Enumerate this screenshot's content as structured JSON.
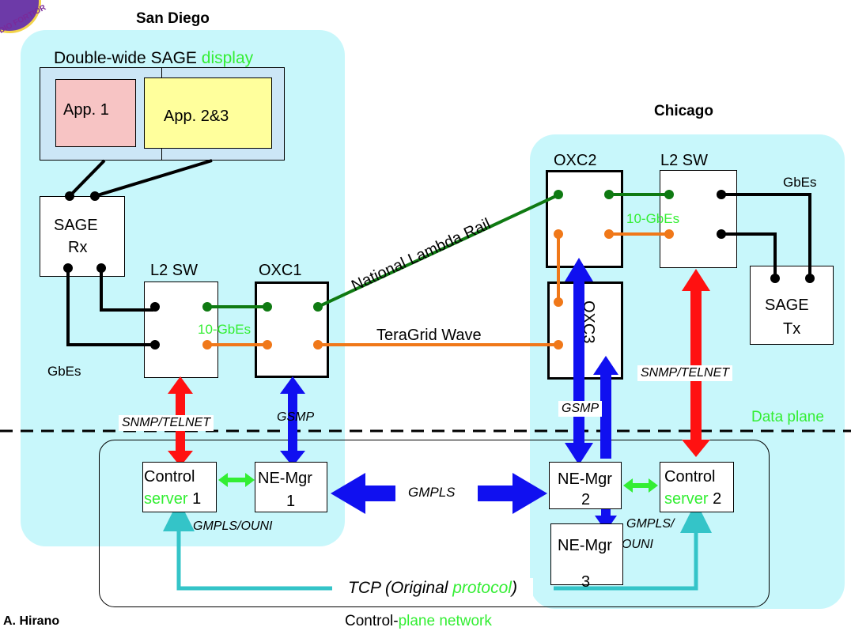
{
  "regions": {
    "san_diego_title": "San Diego",
    "chicago_title": "Chicago"
  },
  "display": {
    "title_black": "Double-wide SAGE ",
    "title_green": "display",
    "app1": "App. 1",
    "app23": "App. 2&3"
  },
  "sd": {
    "sage_rx_line1": "SAGE",
    "sage_rx_line2": "Rx",
    "l2sw": "L2 SW",
    "oxc1": "OXC1",
    "gbes": "GbEs",
    "ten_gbes": "10-GbEs",
    "snmp": "SNMP/TELNET",
    "gsmp": "GSMP",
    "control_line1": "Control",
    "control_green": "server",
    "control_num": " 1",
    "nemgr_line1": "NE-Mgr",
    "nemgr_line2": "1",
    "gmpls_ouni": "GMPLS/OUNI"
  },
  "chi": {
    "oxc2": "OXC2",
    "l2sw": "L2 SW",
    "oxc3": "OXC3",
    "gbes": "GbEs",
    "ten_gbes": "10-GbEs",
    "sage_tx_line1": "SAGE",
    "sage_tx_line2": "Tx",
    "snmp": "SNMP/TELNET",
    "gsmp": "GSMP",
    "nemgr2_line1": "NE-Mgr",
    "nemgr2_line2": "2",
    "control_line1": "Control",
    "control_green": "server",
    "control_num": " 2",
    "gmpls_ouni_line1": "GMPLS/",
    "gmpls_ouni_line2": "OUNI",
    "nemgr3_line1": "NE-Mgr",
    "nemgr3_line2": "3"
  },
  "links": {
    "nlr": "National Lambda Rail",
    "teragrid": "TeraGrid Wave",
    "gmpls": "GMPLS"
  },
  "planes": {
    "data_plane": "Data plane",
    "tcp_1": "TCP (Original ",
    "tcp_green": "protocol",
    "tcp_2": ")",
    "control_plane_black": "Control-",
    "control_plane_green": "plane network"
  },
  "author": "A. Hirano",
  "logo_text": "DIO FORTIOR",
  "colors": {
    "region_bg": "#c8f7fb",
    "display_bg": "#cce6f6",
    "app1": "#f7c4c4",
    "app23": "#ffff9c",
    "green_line": "#0f7a12",
    "orange_line": "#f07819",
    "red_arrow": "#ff1111",
    "blue_arrow": "#1010f0",
    "cyan_arrow": "#34c4c8",
    "light_green": "#33ee33"
  }
}
